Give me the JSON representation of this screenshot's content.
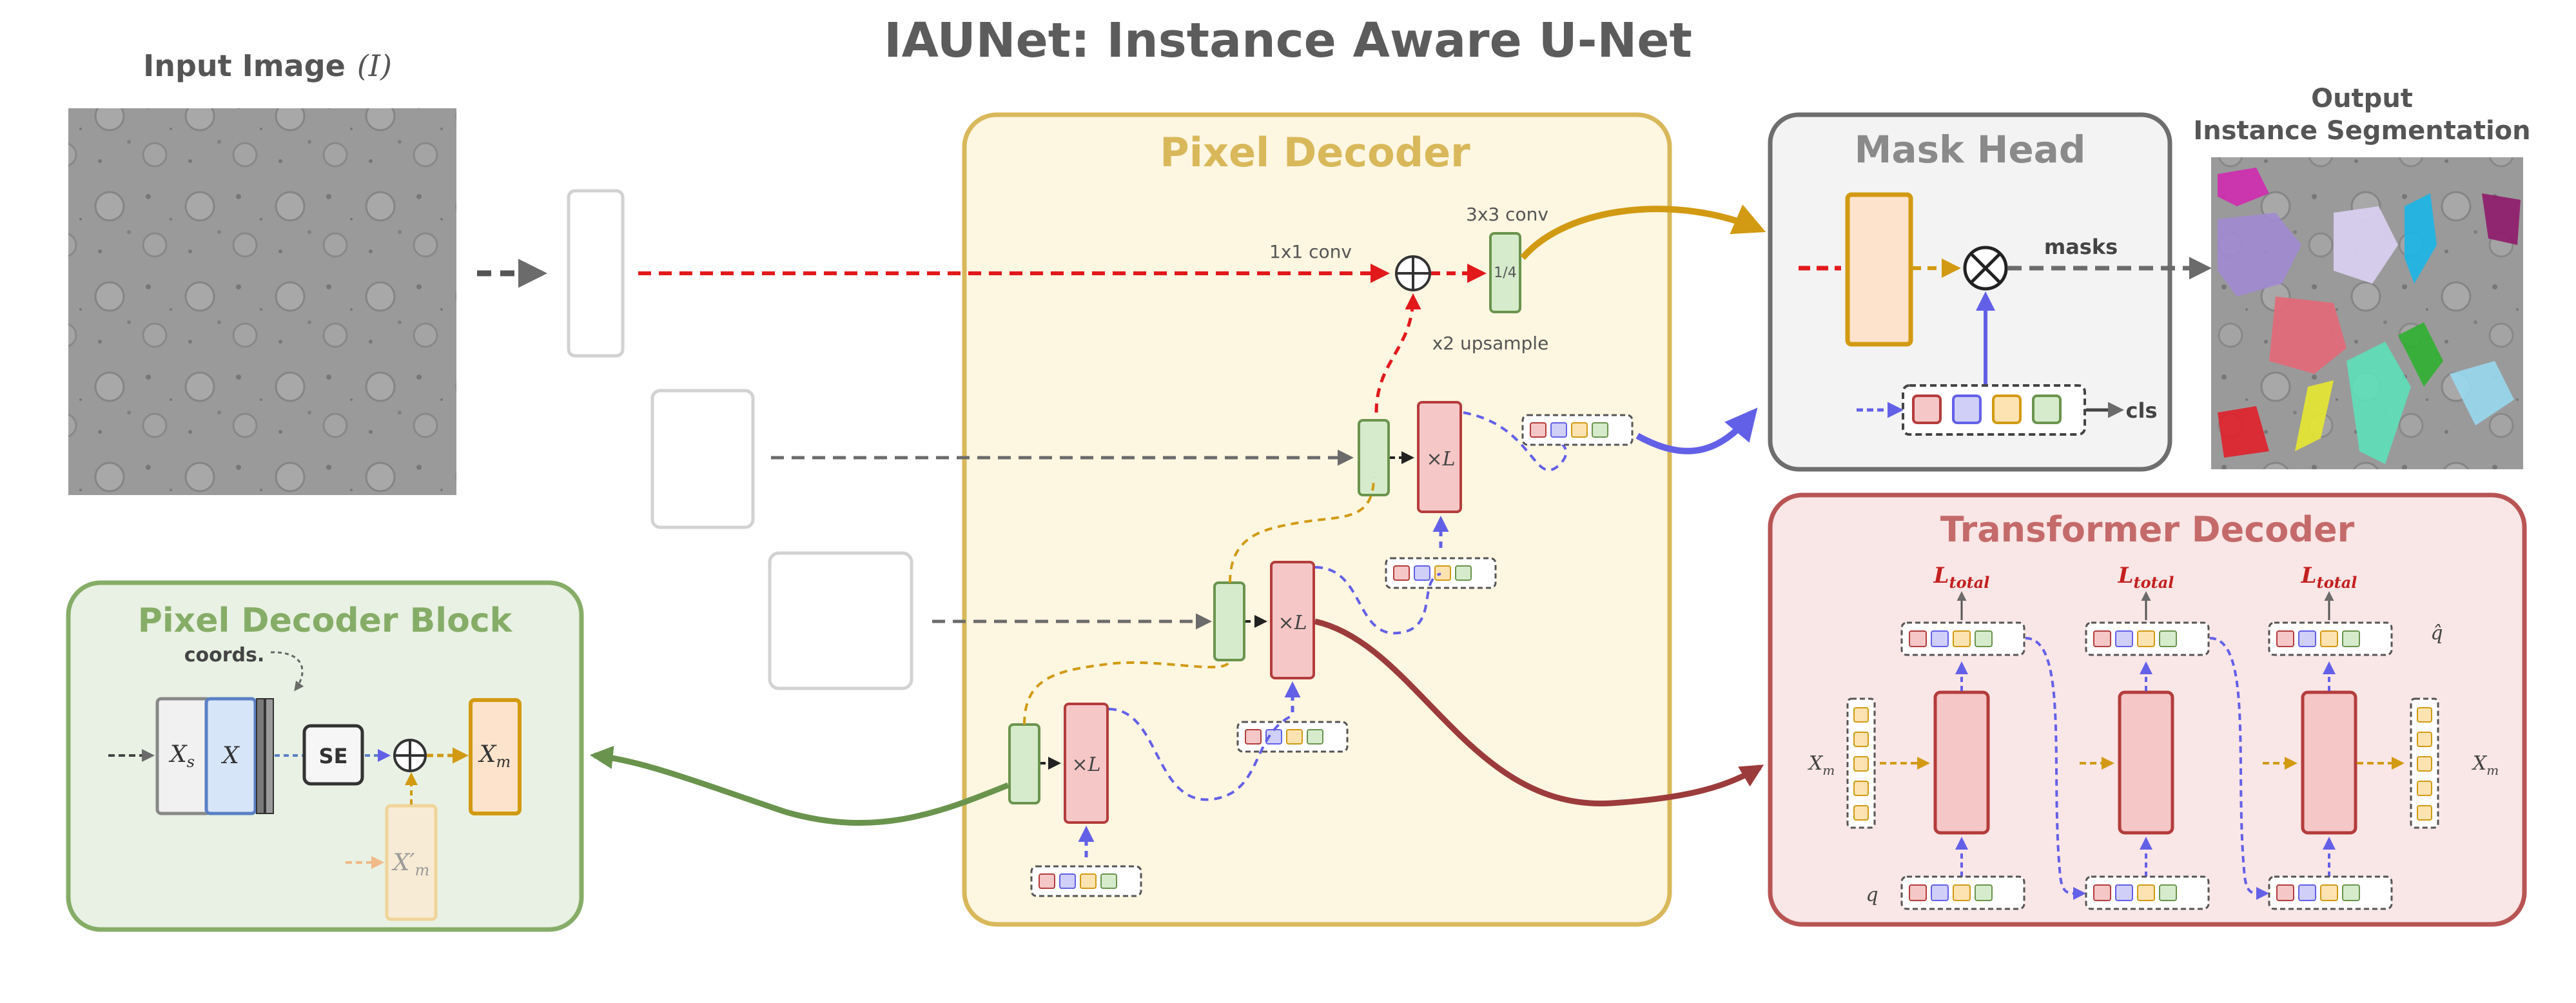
{
  "title": "IAUNet: Instance Aware U-Net",
  "input": {
    "label": "Input Image",
    "symbol": "(I)"
  },
  "output": {
    "line1": "Output",
    "line2": "Instance Segmentation"
  },
  "pixel_decoder": {
    "title": "Pixel Decoder",
    "conv1x1": "1x1 conv",
    "conv3x3": "3x3 conv",
    "upsample": "x2 upsample",
    "scale": "1/4",
    "times_l": "×L"
  },
  "mask_head": {
    "title": "Mask Head",
    "masks": "masks",
    "cls": "cls"
  },
  "transformer_decoder": {
    "title": "Transformer Decoder",
    "loss": "L",
    "loss_sub": "total",
    "xm": "X",
    "xm_sub": "m",
    "q": "q",
    "qhat": "q̂"
  },
  "pixel_decoder_block": {
    "title": "Pixel Decoder Block",
    "coords": "coords.",
    "xs": "X",
    "xs_sub": "s",
    "x": "X",
    "se": "SE",
    "xm": "X",
    "xm_sub": "m",
    "xm_prime": "X′",
    "xm_prime_sub": "m"
  },
  "colors": {
    "pixel_decoder_fill": "#fdf6e1",
    "pixel_decoder_border": "#d8b85a",
    "mask_head_fill": "#f3f3f3",
    "mask_head_border": "#6e6e6e",
    "transformer_fill": "#f9e6e6",
    "transformer_border": "#b85454",
    "block_fill": "#e8f1e3",
    "block_border": "#86ad67",
    "red_arrow": "#e2191b",
    "gold_arrow": "#d29a12",
    "blue_arrow": "#6360e8",
    "green_arrow": "#6a944d",
    "brown_arrow": "#9c3b3b"
  }
}
